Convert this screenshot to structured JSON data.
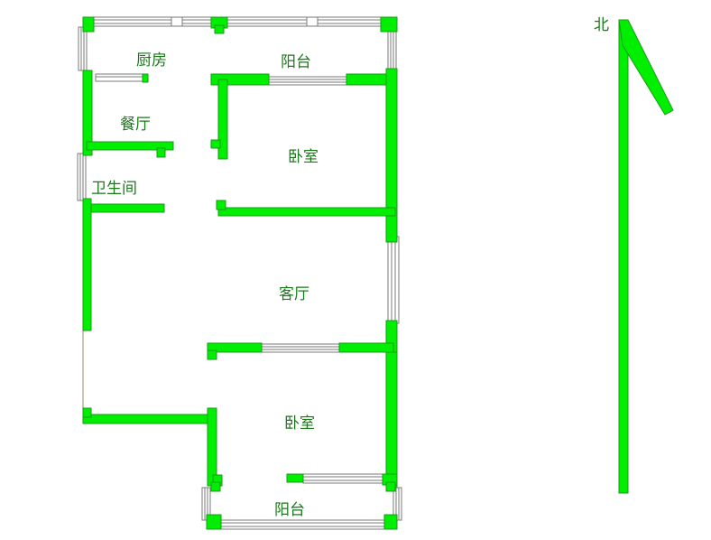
{
  "colors": {
    "wall": "#00ee00",
    "wall_edge": "#1a9a1a",
    "window_line": "#7a7a7a",
    "label": "#1a7a1a",
    "background": "#ffffff"
  },
  "rooms": {
    "kitchen": "厨房",
    "balcony_top": "阳台",
    "dining": "餐厅",
    "bedroom_upper": "卧室",
    "bathroom": "卫生间",
    "living": "客厅",
    "bedroom_lower": "卧室",
    "balcony_bottom": "阳台"
  },
  "compass": {
    "label": "北",
    "icon": "north-arrow-icon"
  }
}
